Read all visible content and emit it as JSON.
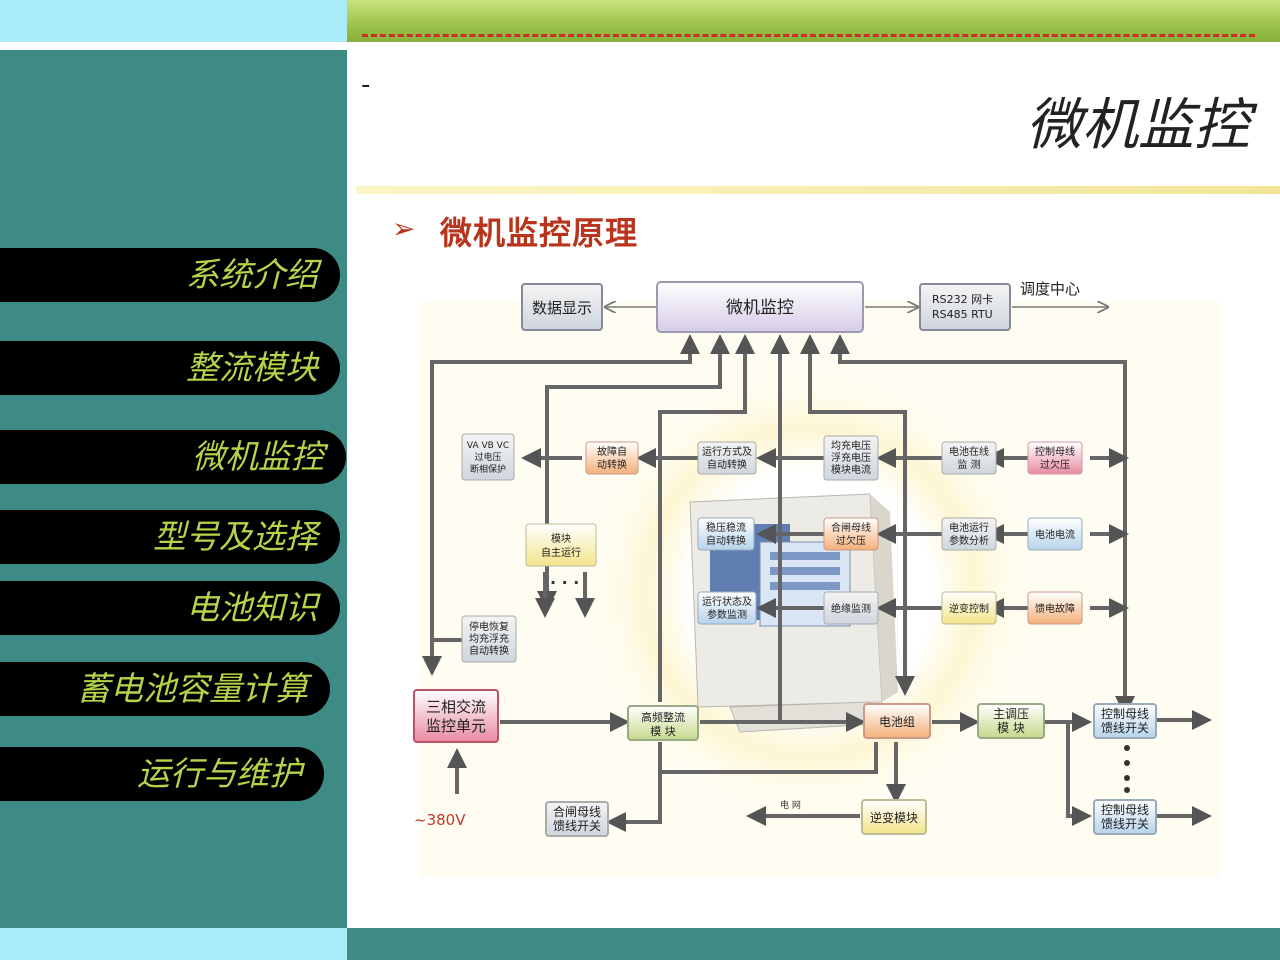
{
  "nav": {
    "items": [
      {
        "label": "系统介绍"
      },
      {
        "label": "整流模块"
      },
      {
        "label": "微机监控"
      },
      {
        "label": "型号及选择"
      },
      {
        "label": "电池知识"
      },
      {
        "label": "蓄电池容量计算"
      },
      {
        "label": "运行与维护"
      }
    ]
  },
  "slide": {
    "dash": "-",
    "title": "微机监控",
    "bullet": "➢",
    "subtitle": "微机监控原理"
  },
  "diagram": {
    "monitor_label": "微机监控",
    "data_display": "数据显示",
    "rs_line1": "RS232  网卡",
    "rs_line2": "RS485  RTU",
    "dispatch": "调度中心",
    "ac_unit_line1": "三相交流",
    "ac_unit_line2": "监控单元",
    "input_voltage": "~380V",
    "rectifier_line1": "高频整流",
    "rectifier_line2": "模  块",
    "battery_group": "电池组",
    "voltage_reg_line1": "主调压",
    "voltage_reg_line2": "模  块",
    "feeder_top_line1": "控制母线",
    "feeder_top_line2": "馈线开关",
    "feeder_bottom_line1": "控制母线",
    "feeder_bottom_line2": "馈线开关",
    "closing_bus_line1": "合闸母线",
    "closing_bus_line2": "馈线开关",
    "inverter": "逆变模块",
    "grid": "电 网",
    "module_auto_line1": "模块",
    "module_auto_line2": "自主运行",
    "ellipsis": "· · ·",
    "vavbvc_line1": "VA  VB  VC",
    "vavbvc_line2": "过电压",
    "vavbvc_line3": "断相保护",
    "fault_line1": "故障自",
    "fault_line2": "动转换",
    "run_mode_line1": "运行方式及",
    "run_mode_line2": "自动转换",
    "equalize_line1": "均充电压",
    "equalize_line2": "浮充电压",
    "equalize_line3": "模块电流",
    "battery_online_line1": "电池在线",
    "battery_online_line2": "监  测",
    "ctrl_bus_line1": "控制母线",
    "ctrl_bus_line2": "过欠压",
    "power_restore_line1": "停电恢复",
    "power_restore_line2": "均充浮充",
    "power_restore_line3": "自动转换",
    "stabilize_line1": "稳压稳流",
    "stabilize_line2": "自动转换",
    "closing_bus_v_line1": "合闸母线",
    "closing_bus_v_line2": "过欠压",
    "battery_analysis_line1": "电池运行",
    "battery_analysis_line2": "参数分析",
    "battery_current": "电池电流",
    "run_state_line1": "运行状态及",
    "run_state_line2": "参数监测",
    "insulation": "绝缘监测",
    "inverter_ctrl": "逆变控制",
    "feeder_fault": "馈电故障"
  }
}
